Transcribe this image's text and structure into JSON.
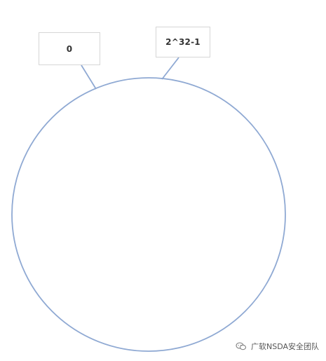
{
  "labels": {
    "start": "0",
    "end": "2^32-1"
  },
  "watermark": {
    "text": "广软NSDA安全团队",
    "icon": "wechat-icon"
  },
  "colors": {
    "ring": "#8fa9d3",
    "box_border": "#d6d6d6",
    "text": "#333333"
  }
}
